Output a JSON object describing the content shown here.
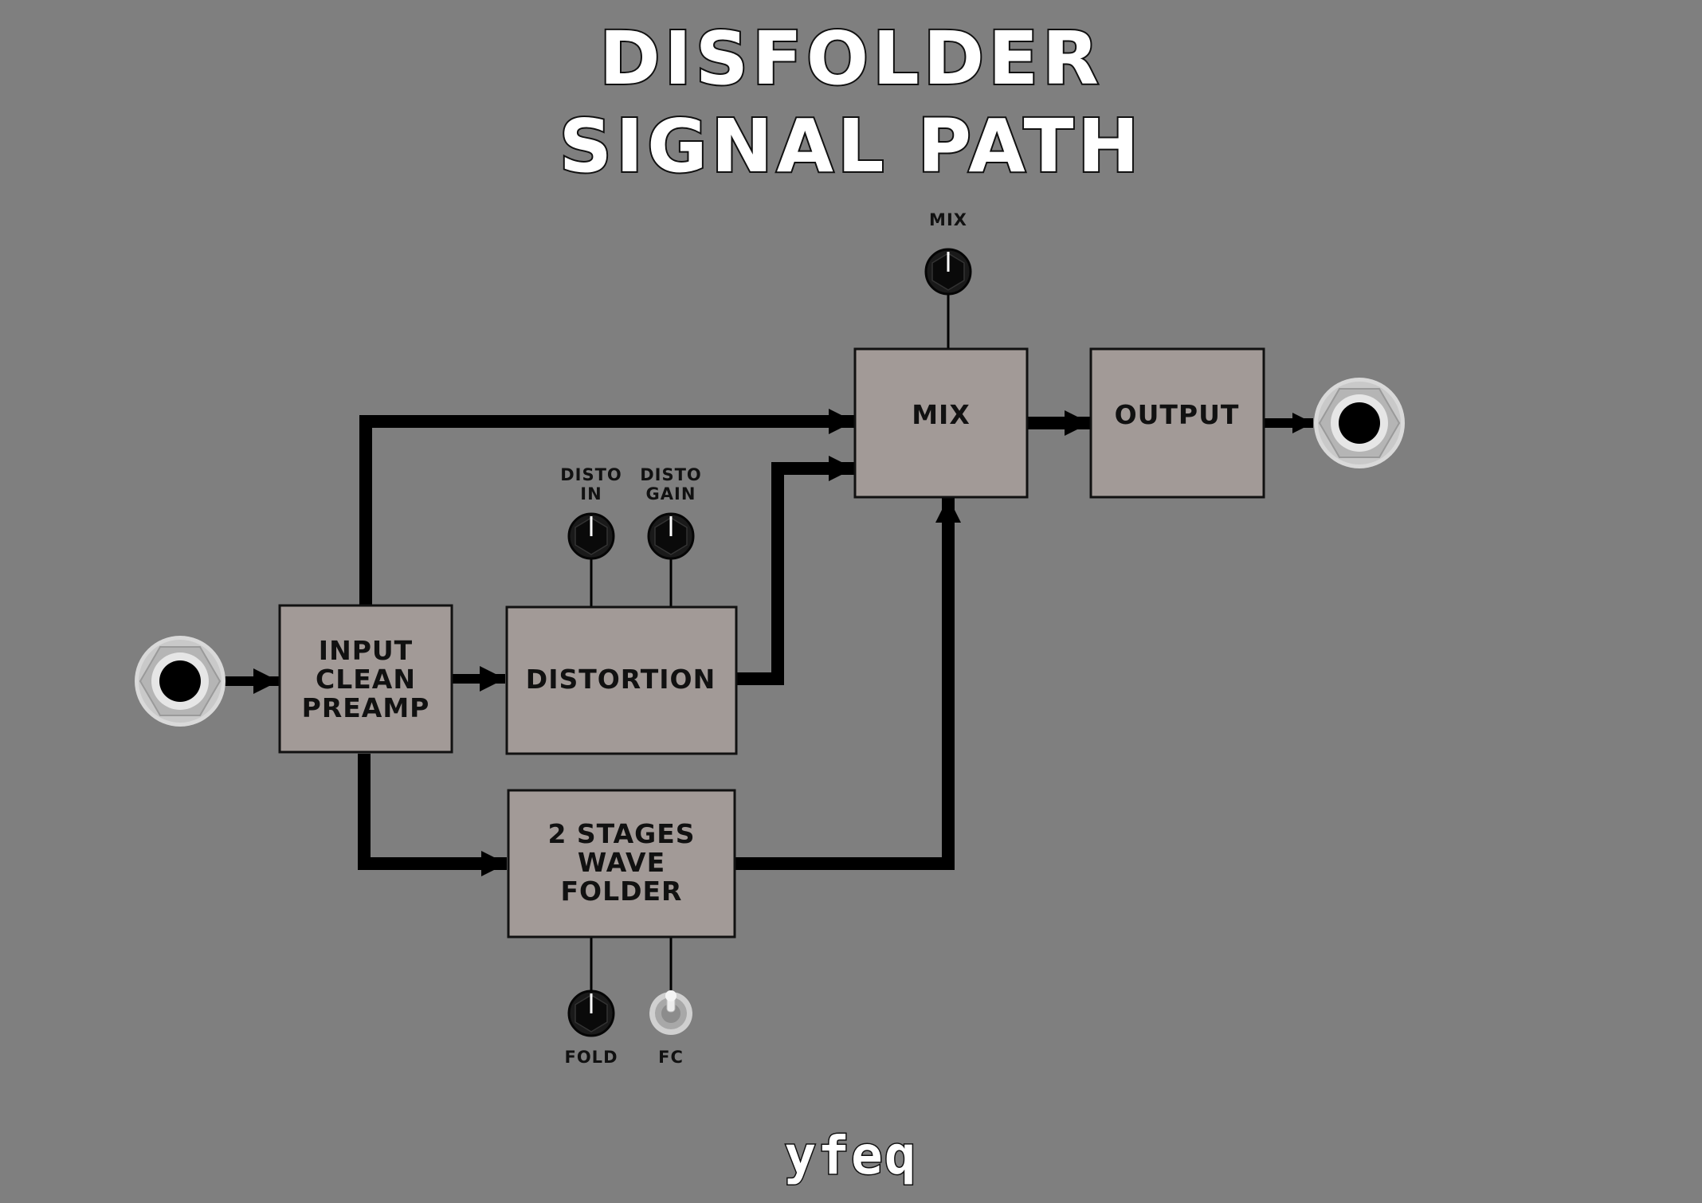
{
  "title": {
    "line1": "DISFOLDER",
    "line2": "SIGNAL PATH"
  },
  "blocks": {
    "preamp": [
      "INPUT",
      "CLEAN",
      "PREAMP"
    ],
    "distortion": [
      "DISTORTION"
    ],
    "folder": [
      "2 STAGES",
      "WAVE",
      "FOLDER"
    ],
    "mix": [
      "MIX"
    ],
    "output": [
      "OUTPUT"
    ]
  },
  "controls": {
    "mix": [
      "MIX"
    ],
    "disto_in": [
      "DISTO",
      "IN"
    ],
    "disto_gain": [
      "DISTO",
      "GAIN"
    ],
    "fold": [
      "FOLD"
    ],
    "fc": [
      "FC"
    ]
  },
  "logo": "yfeq",
  "icons": {
    "input_jack": "input-jack-icon",
    "output_jack": "output-jack-icon",
    "knob": "knob-icon",
    "toggle": "toggle-switch-icon"
  },
  "colors": {
    "background": "#7f7f7f",
    "block_fill": "#a29a97",
    "line": "#000000"
  }
}
